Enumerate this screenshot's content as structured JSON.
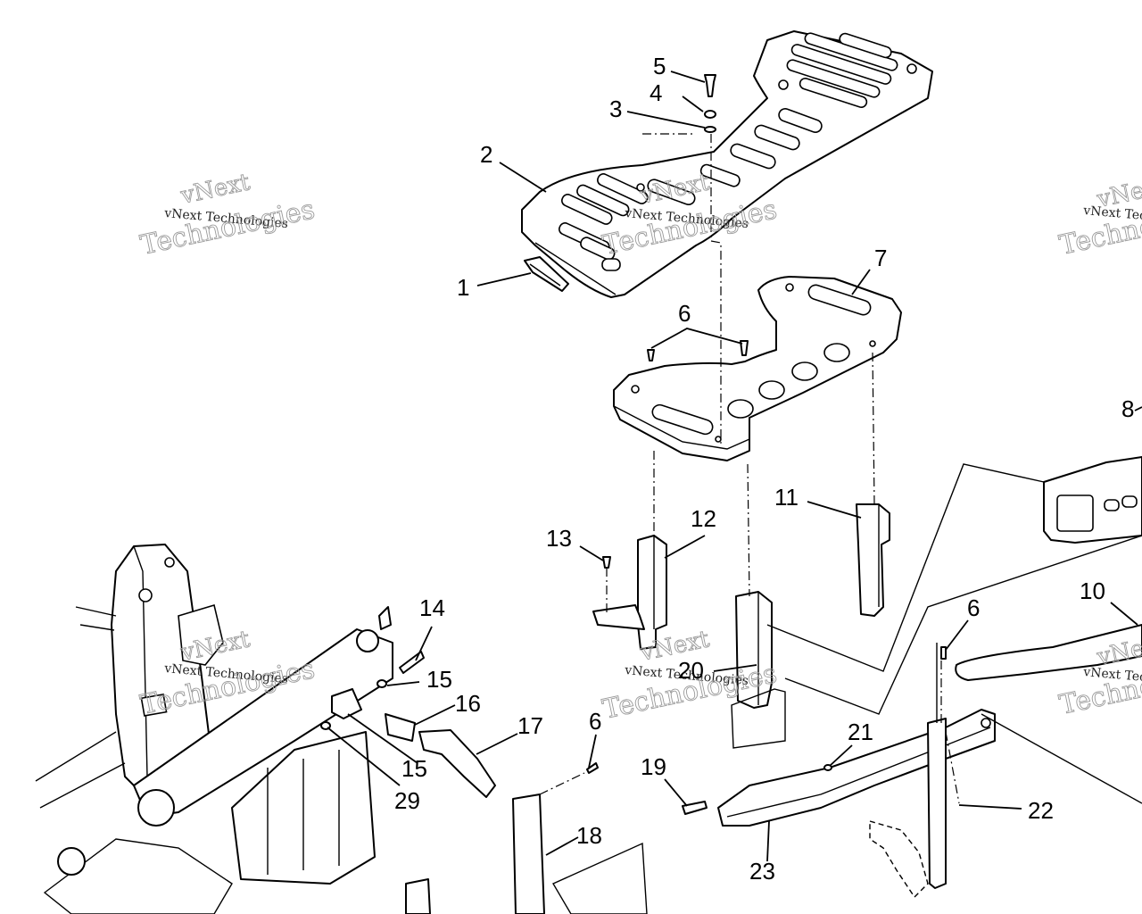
{
  "diagram": {
    "callouts": {
      "c1": "1",
      "c2": "2",
      "c3": "3",
      "c4": "4",
      "c5": "5",
      "c6a": "6",
      "c6b": "6",
      "c6c": "6",
      "c7": "7",
      "c8": "8",
      "c10": "10",
      "c11": "11",
      "c12": "12",
      "c13": "13",
      "c14": "14",
      "c15a": "15",
      "c15b": "15",
      "c16": "16",
      "c17": "17",
      "c18": "18",
      "c19": "19",
      "c20": "20",
      "c21": "21",
      "c22": "22",
      "c23": "23",
      "c29": "29"
    },
    "watermark": {
      "brand": "vNext",
      "word": "Technologies",
      "small": "vNext Technologies"
    }
  }
}
